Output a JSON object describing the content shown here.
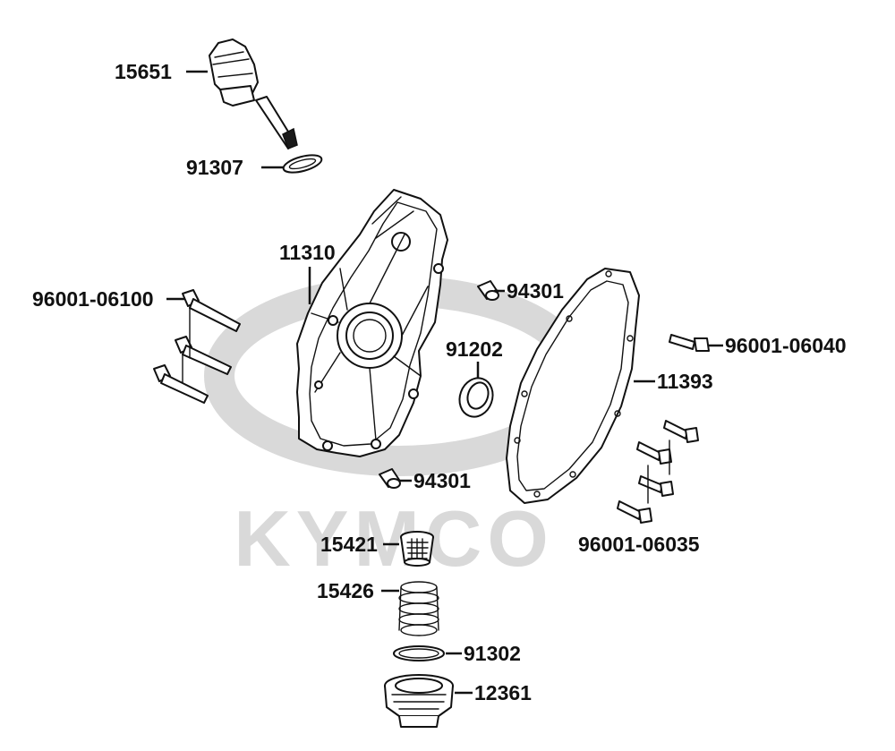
{
  "diagram": {
    "watermark": {
      "text": "KYMCO",
      "color": "#d9d9d9"
    },
    "colors": {
      "line": "#111111",
      "background": "#ffffff"
    },
    "parts": [
      {
        "key": "dipstick",
        "number": "15651",
        "icon": "oil-dipstick-icon"
      },
      {
        "key": "dipstick_oring",
        "number": "91307",
        "icon": "o-ring-icon"
      },
      {
        "key": "crankcase_cover",
        "number": "11310",
        "icon": "crankcase-cover-icon"
      },
      {
        "key": "cover_bolts",
        "number": "96001-06100",
        "icon": "flange-bolt-icon"
      },
      {
        "key": "dowel_pin_top",
        "number": "94301",
        "icon": "dowel-pin-icon"
      },
      {
        "key": "oil_seal",
        "number": "91202",
        "icon": "oil-seal-icon"
      },
      {
        "key": "short_bolt",
        "number": "96001-06040",
        "icon": "flange-bolt-icon"
      },
      {
        "key": "gasket",
        "number": "11393",
        "icon": "gasket-icon"
      },
      {
        "key": "dowel_pin_bottom",
        "number": "94301",
        "icon": "dowel-pin-icon"
      },
      {
        "key": "bolt_set",
        "number": "96001-06035",
        "icon": "flange-bolt-icon"
      },
      {
        "key": "strainer",
        "number": "15421",
        "icon": "oil-strainer-icon"
      },
      {
        "key": "spring",
        "number": "15426",
        "icon": "coil-spring-icon"
      },
      {
        "key": "drain_oring",
        "number": "91302",
        "icon": "o-ring-icon"
      },
      {
        "key": "drain_plug",
        "number": "12361",
        "icon": "drain-plug-icon"
      }
    ]
  }
}
